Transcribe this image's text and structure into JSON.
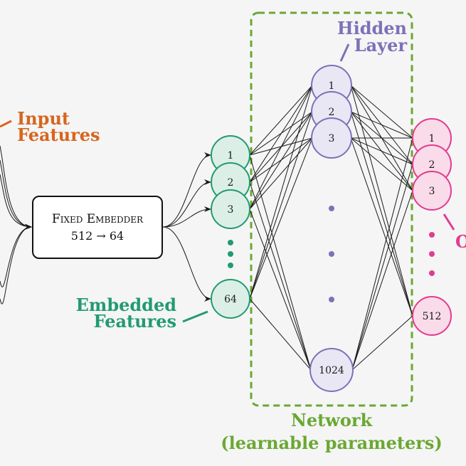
{
  "colors": {
    "input": "#d8651e",
    "embedded": "#229a72",
    "embedded_fill": "#dcefe7",
    "hidden": "#7b72b8",
    "hidden_fill": "#e9e7f4",
    "output": "#e13c8f",
    "output_fill": "#fadbe9",
    "network": "#6aa832",
    "edge": "#1a1a1a",
    "background": "#f5f5f5"
  },
  "labels": {
    "input_features_line1": "Input",
    "input_features_line2": "Features",
    "embedded_features_line1": "Embedded",
    "embedded_features_line2": "Features",
    "hidden_layer_line1": "Hidden",
    "hidden_layer_line2": "Layer",
    "output_partial": "O",
    "network_line1": "Network",
    "network_line2": "(learnable parameters)"
  },
  "embedder": {
    "title": "Fixed Embedder",
    "mapping": "512 → 64"
  },
  "embedded_nodes": [
    "1",
    "2",
    "3",
    "64"
  ],
  "hidden_nodes": [
    "1",
    "2",
    "3",
    "1024"
  ],
  "output_nodes": [
    "1",
    "2",
    "3",
    "512"
  ]
}
